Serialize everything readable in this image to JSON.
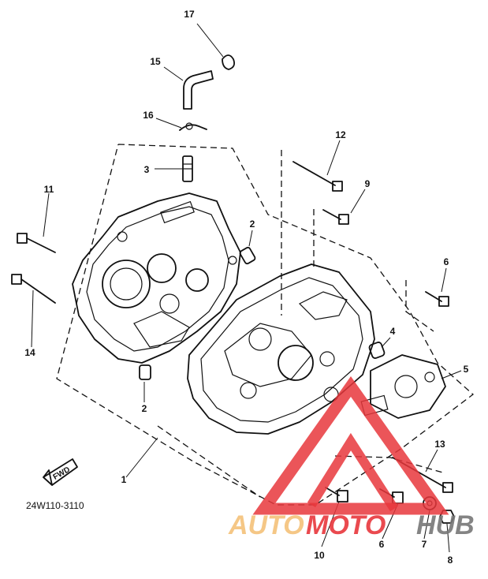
{
  "diagram": {
    "part_code": "24W110-3110",
    "fwd_label": "FWD",
    "callouts": {
      "c1": "1",
      "c2a": "2",
      "c2b": "2",
      "c3": "3",
      "c4": "4",
      "c5": "5",
      "c6a": "6",
      "c6b": "6",
      "c7": "7",
      "c8": "8",
      "c9": "9",
      "c10": "10",
      "c11": "11",
      "c12": "12",
      "c13": "13",
      "c14": "14",
      "c15": "15",
      "c16": "16",
      "c17": "17"
    }
  },
  "watermark": {
    "part1": "AUTO",
    "part2": "MOTO",
    "part3": "HUB",
    "colors": {
      "auto": "#f4c27a",
      "moto": "#e8373c",
      "hub": "#777777",
      "logo": "#e8373c"
    }
  }
}
